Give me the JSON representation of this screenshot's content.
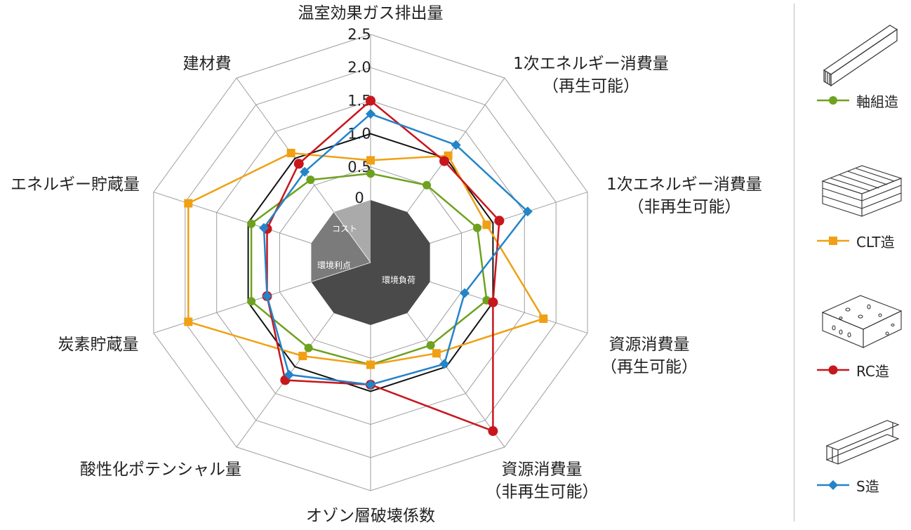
{
  "chart_data": {
    "type": "radar",
    "axes": [
      {
        "label": [
          "温室効果ガス排出量"
        ]
      },
      {
        "label": [
          "1次エネルギー消費量",
          "（再生可能）"
        ]
      },
      {
        "label": [
          "1次エネルギー消費量",
          "（非再生可能）"
        ]
      },
      {
        "label": [
          "資源消費量",
          "（再生可能）"
        ]
      },
      {
        "label": [
          "資源消費量",
          "（非再生可能）"
        ]
      },
      {
        "label": [
          "オゾン層破壊係数"
        ]
      },
      {
        "label": [
          "酸性化ポテンシャル量"
        ]
      },
      {
        "label": [
          "炭素貯蔵量"
        ]
      },
      {
        "label": [
          "エネルギー貯蔵量"
        ]
      },
      {
        "label": [
          "建材費"
        ]
      }
    ],
    "rmax": 2.5,
    "ticks": [
      0,
      0.5,
      1.0,
      1.5,
      2.0,
      2.5
    ],
    "tick_labels": [
      "0",
      "0.5",
      "1.0",
      "1.5",
      "2.0",
      "2.5"
    ],
    "baseline": 1.0,
    "grid": true,
    "sectors": {
      "labels": [
        "環境負荷",
        "環境利点",
        "コスト"
      ],
      "axis_counts": [
        7,
        2,
        1
      ]
    },
    "series": [
      {
        "name": "軸組造",
        "color": "#6ea11e",
        "marker": "circle",
        "values": [
          0.4,
          0.5,
          0.75,
          0.9,
          0.6,
          0.6,
          0.65,
          0.95,
          0.95,
          0.6
        ]
      },
      {
        "name": "CLT造",
        "color": "#f0a014",
        "marker": "square",
        "values": [
          0.6,
          1.05,
          0.9,
          1.8,
          0.75,
          0.6,
          0.8,
          1.95,
          1.95,
          1.1
        ]
      },
      {
        "name": "RC造",
        "color": "#c8161d",
        "marker": "circle",
        "values": [
          1.5,
          0.95,
          1.1,
          1.0,
          2.2,
          0.9,
          1.25,
          0.7,
          0.7,
          0.9
        ]
      },
      {
        "name": "S造",
        "color": "#2484c8",
        "marker": "diamond",
        "values": [
          1.3,
          1.25,
          1.55,
          0.55,
          0.95,
          0.9,
          1.15,
          0.7,
          0.75,
          0.75
        ]
      }
    ]
  }
}
